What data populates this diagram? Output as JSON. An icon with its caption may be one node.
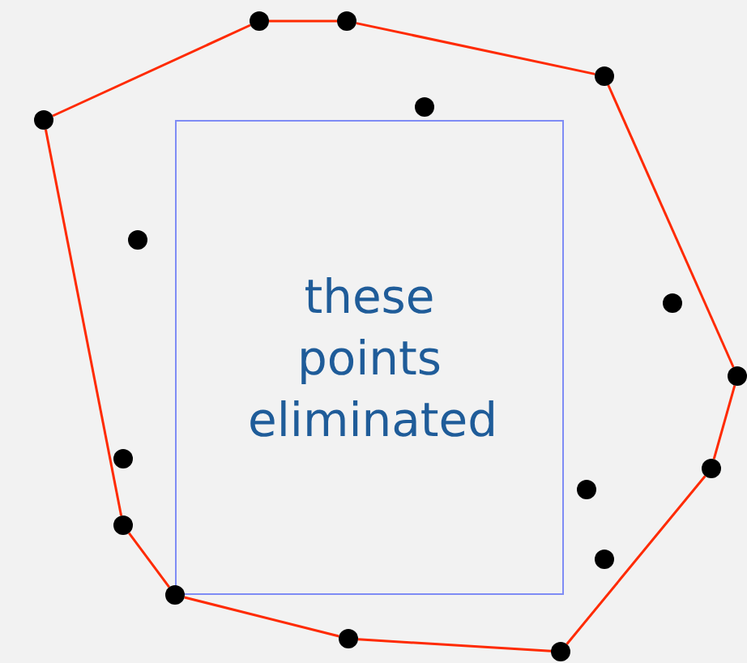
{
  "diagram": {
    "nodes": [
      {
        "text": [
          "these points eliminated"
        ]
      },
      {
        "text": [],
        "shape": "circle"
      },
      {
        "text": [],
        "shape": "circle"
      },
      {
        "text": [],
        "shape": "circle"
      },
      {
        "text": [],
        "shape": "circle"
      },
      {
        "text": [],
        "shape": "circle"
      },
      {
        "text": [],
        "shape": "circle"
      },
      {
        "text": [],
        "shape": "circle"
      },
      {
        "text": [],
        "shape": "circle"
      },
      {
        "text": [],
        "shape": "circle"
      },
      {
        "text": [],
        "shape": "circle"
      },
      {
        "text": [],
        "shape": "circle"
      },
      {
        "text": [],
        "shape": "circle"
      },
      {
        "text": [],
        "shape": "circle"
      },
      {
        "text": [],
        "shape": "circle"
      },
      {
        "text": [],
        "shape": "circle"
      },
      {
        "text": [],
        "shape": "circle"
      }
    ],
    "edges": [
      {
        "from": 5,
        "to": 1,
        "arrow": "none"
      },
      {
        "from": 1,
        "to": 2,
        "arrow": "none"
      },
      {
        "from": 2,
        "to": 3,
        "arrow": "none"
      },
      {
        "from": 3,
        "to": 8,
        "arrow": "none"
      },
      {
        "from": 8,
        "to": 10,
        "arrow": "none"
      },
      {
        "from": 10,
        "to": 16,
        "arrow": "none"
      },
      {
        "from": 16,
        "to": 15,
        "arrow": "none"
      },
      {
        "from": 15,
        "to": 14,
        "arrow": "none"
      },
      {
        "from": 14,
        "to": 12,
        "arrow": "none"
      },
      {
        "from": 12,
        "to": 5,
        "arrow": "none"
      }
    ]
  }
}
